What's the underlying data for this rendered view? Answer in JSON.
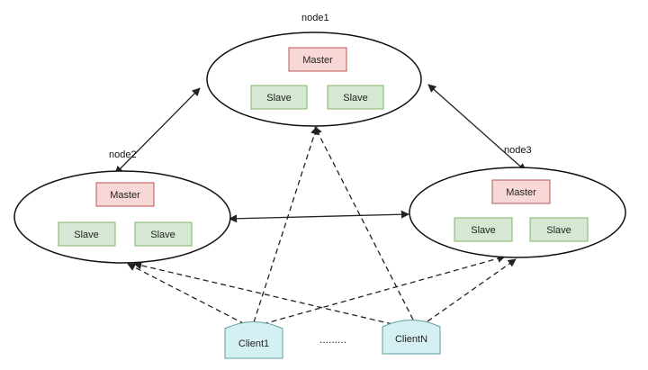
{
  "nodes": {
    "node1": {
      "label": "node1",
      "master": "Master",
      "slave_a": "Slave",
      "slave_b": "Slave"
    },
    "node2": {
      "label": "node2",
      "master": "Master",
      "slave_a": "Slave",
      "slave_b": "Slave"
    },
    "node3": {
      "label": "node3",
      "master": "Master",
      "slave_a": "Slave",
      "slave_b": "Slave"
    }
  },
  "clients": {
    "client1": "Client1",
    "clientN": "ClientN",
    "ellipsis": "........."
  },
  "colors": {
    "master_fill": "#f8d7d7",
    "master_stroke": "#b85450",
    "slave_fill": "#d5e8d4",
    "slave_stroke": "#82b366",
    "client_fill": "#d5f0f2",
    "client_stroke": "#5f9ea0",
    "line": "#222222"
  }
}
